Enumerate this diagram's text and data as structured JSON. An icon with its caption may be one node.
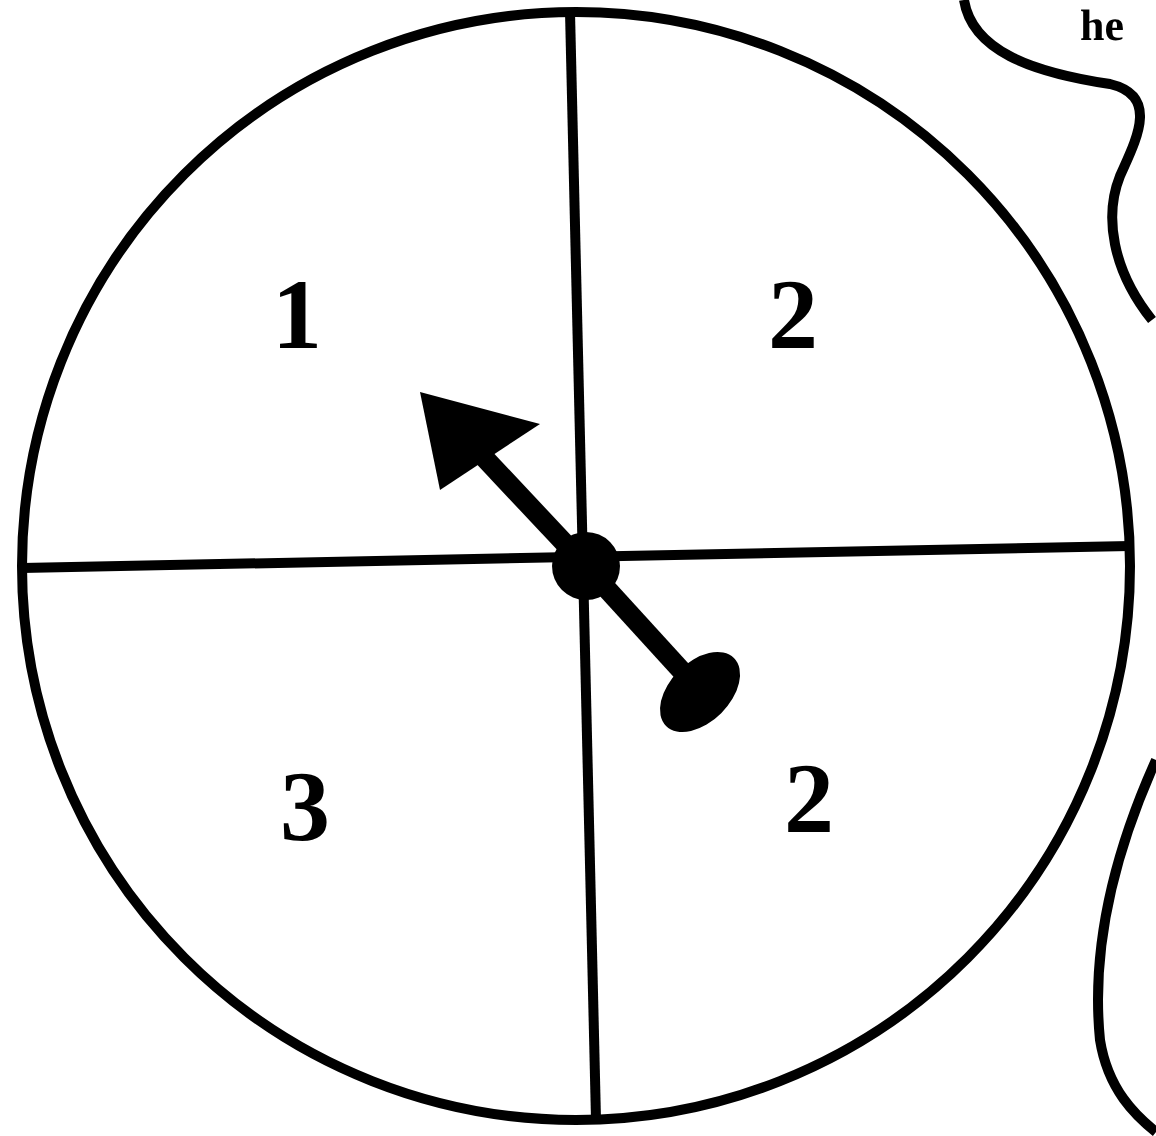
{
  "diagram": {
    "labels": [
      "1",
      "2",
      "3",
      "2",
      "he"
    ]
  }
}
